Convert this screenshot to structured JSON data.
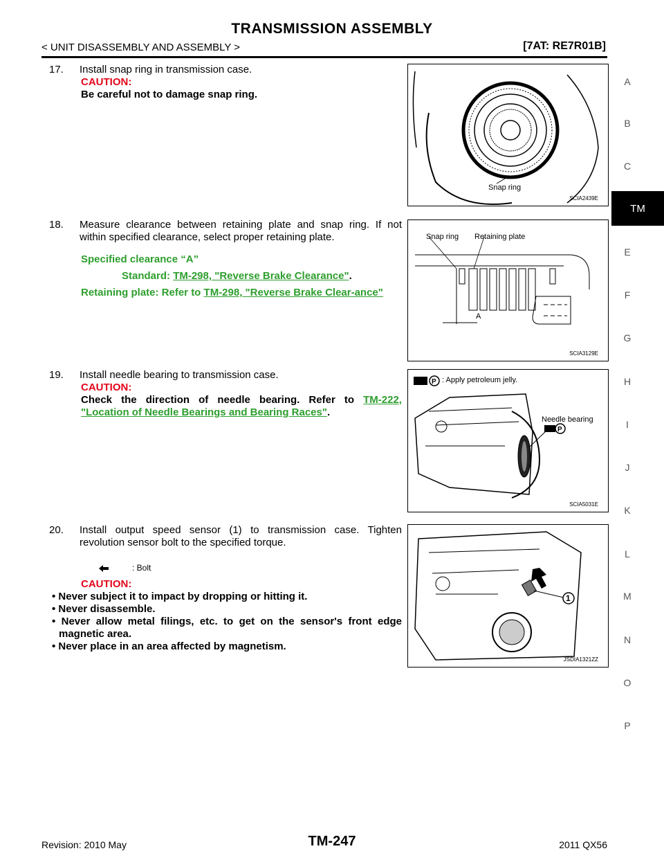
{
  "header": {
    "title": "TRANSMISSION ASSEMBLY",
    "breadcrumb": "< UNIT DISASSEMBLY AND ASSEMBLY >",
    "section": "[7AT: RE7R01B]"
  },
  "sidebar": {
    "letters": [
      "A",
      "B",
      "C",
      "TM",
      "E",
      "F",
      "G",
      "H",
      "I",
      "J",
      "K",
      "L",
      "M",
      "N",
      "O",
      "P"
    ],
    "active": "TM"
  },
  "steps": {
    "s17": {
      "num": "17.",
      "text": "Install snap ring in transmission case.",
      "caution_label": "CAUTION:",
      "caution_text": "Be careful not to damage snap ring."
    },
    "s18": {
      "num": "18.",
      "text": "Measure clearance between retaining plate and snap ring. If not within specified clearance, select proper retaining plate.",
      "spec_title": "Specified clearance “A”",
      "standard_label": "Standard:",
      "standard_link": "TM-298, \"Reverse Brake Clearance\"",
      "standard_tail": ".",
      "plate_label": "Retaining plate: Refer to",
      "plate_link": "TM-298, \"Reverse Brake Clear-ance\""
    },
    "s19": {
      "num": "19.",
      "text": "Install needle bearing to transmission case.",
      "caution_label": "CAUTION:",
      "caution_text": "Check the direction of needle bearing. Refer to",
      "caution_link": "TM-222, \"Location of Needle Bearings and Bearing Races\"",
      "caution_tail": "."
    },
    "s20": {
      "num": "20.",
      "text": "Install output speed sensor (1) to transmission case. Tighten revolution sensor bolt to the specified torque.",
      "bolt_legend": ": Bolt",
      "caution_label": "CAUTION:",
      "bullets": [
        "Never subject it to impact by dropping or hitting it.",
        "Never disassemble.",
        "Never allow metal filings, etc. to get on the sensor's front edge magnetic area.",
        "Never place in an area affected by magnetism."
      ]
    }
  },
  "figures": {
    "f1": {
      "label": "Snap ring",
      "code": "SCIA2439E"
    },
    "f2": {
      "label_snap": "Snap ring",
      "label_plate": "Retaining plate",
      "label_a": "A",
      "code": "SCIA3129E"
    },
    "f3": {
      "legend": ": Apply petroleum jelly.",
      "label": "Needle bearing",
      "code": "SCIA5031E"
    },
    "f4": {
      "callout": "1",
      "code": "JSDIA1321ZZ"
    }
  },
  "footer": {
    "revision": "Revision: 2010 May",
    "page": "TM-247",
    "model": "2011 QX56"
  },
  "colors": {
    "caution": "#e3051b",
    "link": "#2e9e2e"
  }
}
